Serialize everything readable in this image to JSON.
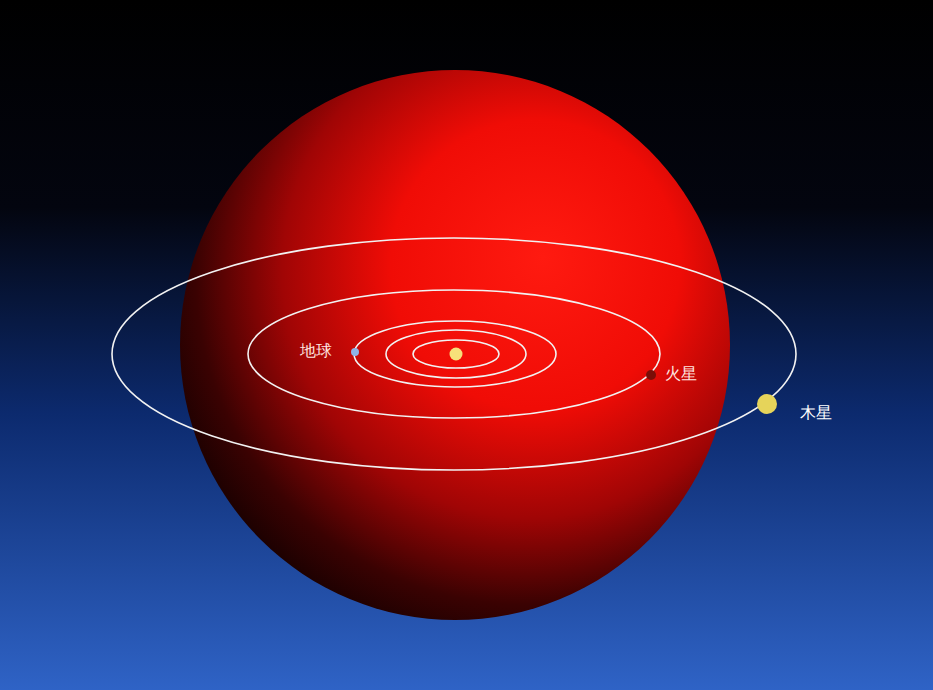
{
  "diagram": {
    "labels": [
      "地球",
      "火星",
      "木星"
    ]
  }
}
